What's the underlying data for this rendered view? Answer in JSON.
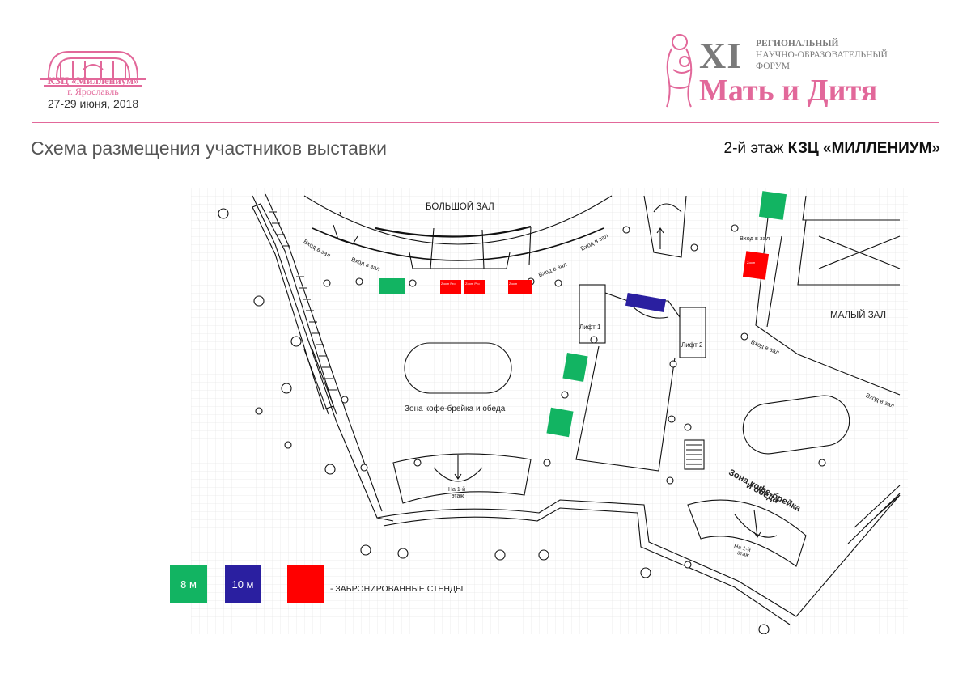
{
  "header": {
    "venue_name": "КЗЦ «Миллениум»",
    "venue_city": "г. Ярославль",
    "event_dates": "27-29 июня, 2018",
    "forum_number": "XI",
    "forum_line1": "РЕГИОНАЛЬНЫЙ",
    "forum_line2": "НАУЧНО-ОБРАЗОВАТЕЛЬНЫЙ",
    "forum_line3": "ФОРУМ",
    "forum_title": "Мать и Дитя",
    "brand_color": "#e2689a"
  },
  "page": {
    "title": "Схема размещения участников выставки",
    "floor_prefix": "2-й этаж",
    "floor_venue": "КЗЦ «МИЛЛЕНИУМ»"
  },
  "map": {
    "big_hall": "БОЛЬШОЙ ЗАЛ",
    "small_hall": "МАЛЫЙ ЗАЛ",
    "entrance": "Вход в зал",
    "lift1": "Лифт 1",
    "lift2": "Лифт 2",
    "coffee_zone_left": "Зона кофе-брейка и обеда",
    "coffee_zone_right_line1": "Зона кофе-брейка",
    "coffee_zone_right_line2": "и обеда",
    "stairs_down_line1": "На 1-й",
    "stairs_down_line2": "этаж",
    "booths": [
      {
        "color": "#12b462",
        "label": ""
      },
      {
        "color": "#ff0000",
        "label": "Zoom Pro"
      },
      {
        "color": "#ff0000",
        "label": "Zoom Pro"
      },
      {
        "color": "#ff0000",
        "label": "Zoom"
      },
      {
        "color": "#2a1fa0",
        "label": ""
      },
      {
        "color": "#12b462",
        "label": ""
      },
      {
        "color": "#12b462",
        "label": ""
      },
      {
        "color": "#12b462",
        "label": ""
      },
      {
        "color": "#ff0000",
        "label": "Zoom"
      }
    ]
  },
  "legend": {
    "green_label": "8 м",
    "blue_label": "10 м",
    "reserved_label": "- ЗАБРОНИРОВАННЫЕ СТЕНДЫ",
    "green_color": "#12b462",
    "blue_color": "#2a1fa0",
    "red_color": "#ff0000"
  }
}
